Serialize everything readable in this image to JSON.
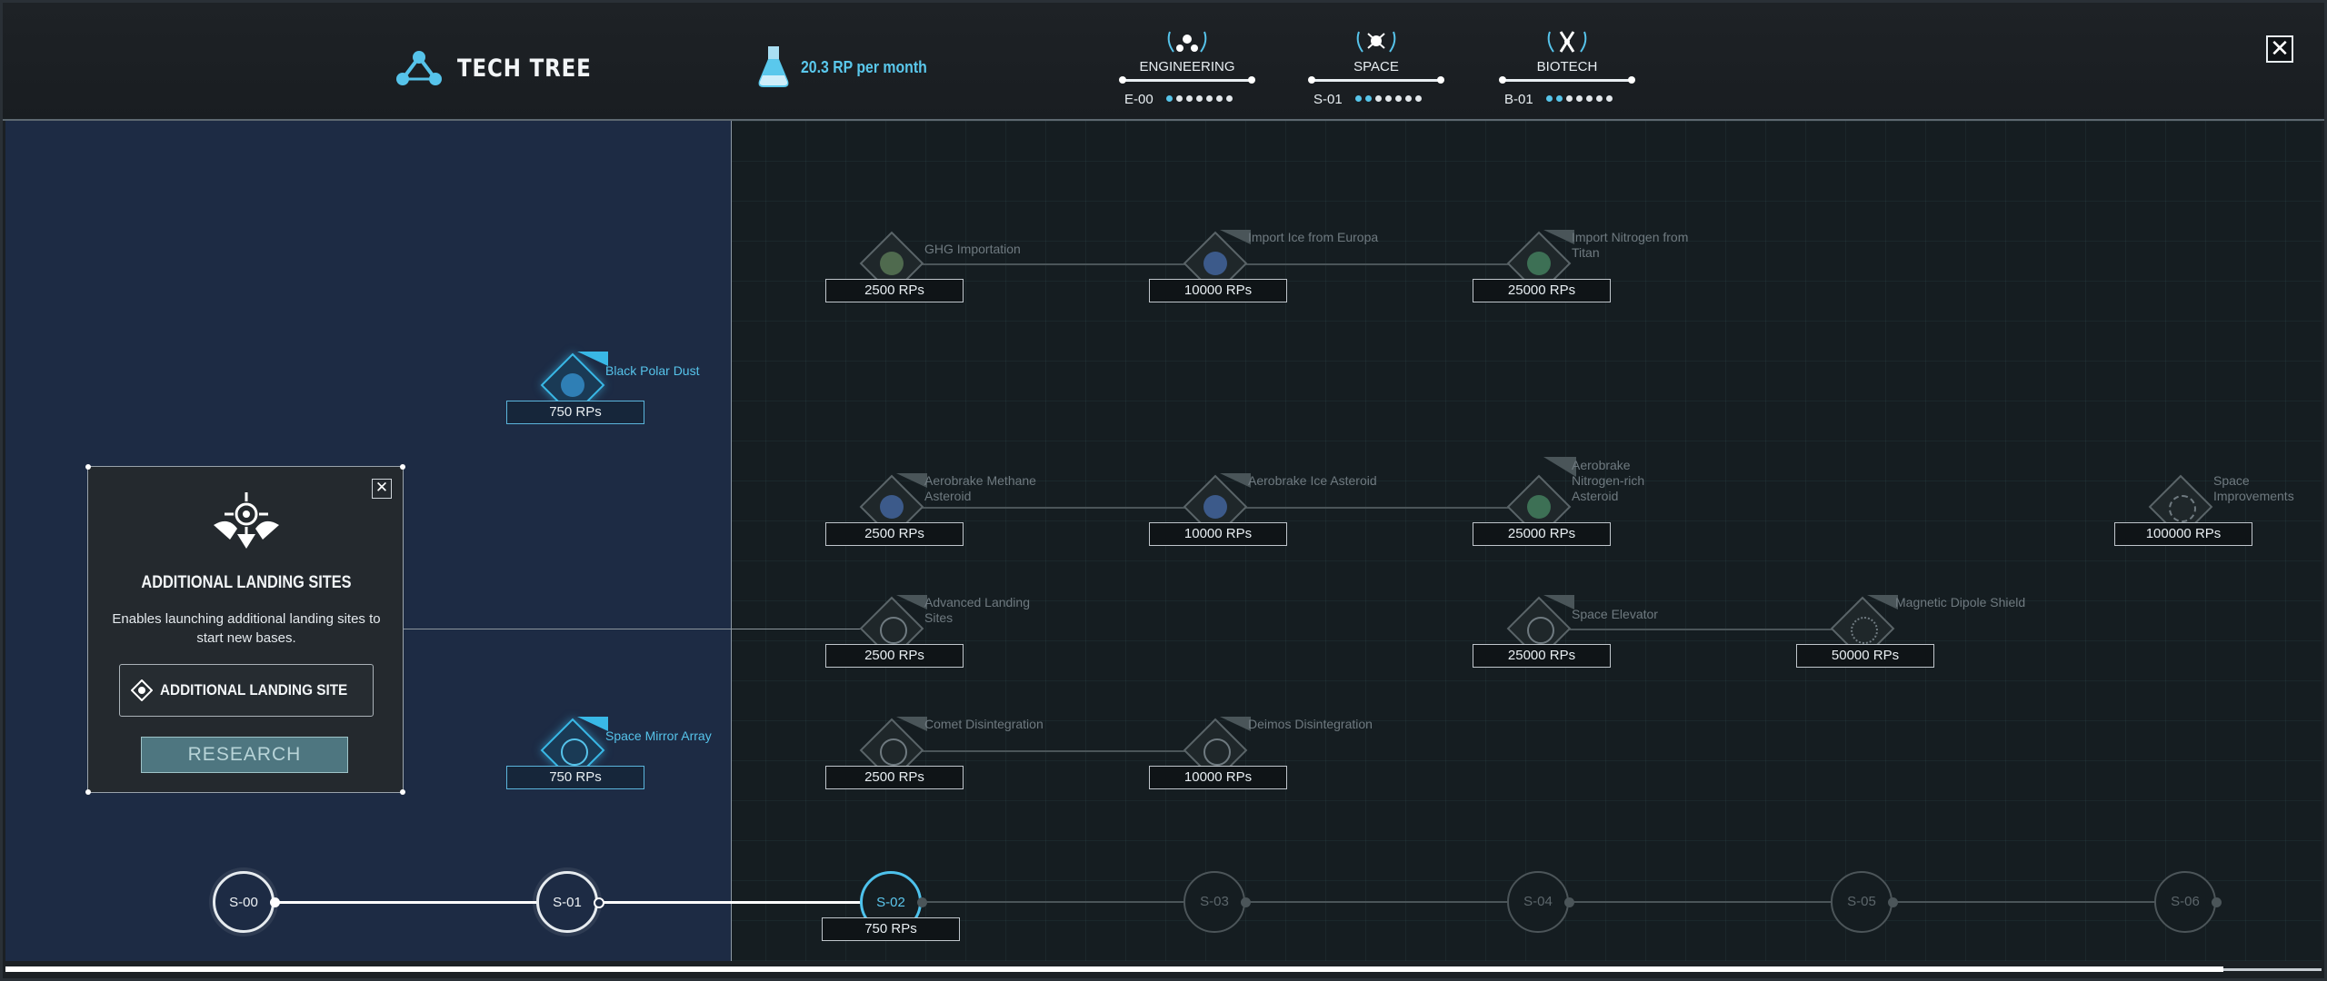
{
  "header": {
    "title": "TECH TREE",
    "rp_rate": "20.3 RP per month",
    "close_label": "✕",
    "categories": [
      {
        "name": "ENGINEERING",
        "level": "E-00",
        "dots": [
          true,
          false,
          false,
          false,
          false,
          false,
          false
        ]
      },
      {
        "name": "SPACE",
        "level": "S-01",
        "dots": [
          true,
          true,
          false,
          false,
          false,
          false,
          false
        ]
      },
      {
        "name": "BIOTECH",
        "level": "B-01",
        "dots": [
          true,
          true,
          false,
          false,
          false,
          false,
          false
        ]
      }
    ]
  },
  "nodes": [
    {
      "label": "GHG Importation",
      "cost": "2500 RPs"
    },
    {
      "label": "Import Ice from Europa",
      "cost": "10000 RPs"
    },
    {
      "label": "Import Nitrogen from Titan",
      "cost": "25000 RPs"
    },
    {
      "label": "Black Polar Dust",
      "cost": "750 RPs"
    },
    {
      "label": "Aerobrake Methane Asteroid",
      "cost": "2500 RPs"
    },
    {
      "label": "Aerobrake Ice Asteroid",
      "cost": "10000 RPs"
    },
    {
      "label": "Aerobrake Nitrogen-rich Asteroid",
      "cost": "25000 RPs"
    },
    {
      "label": "Space Improvements",
      "cost": "100000 RPs"
    },
    {
      "label": "Advanced Landing Sites",
      "cost": "2500 RPs"
    },
    {
      "label": "Space Elevator",
      "cost": "25000 RPs"
    },
    {
      "label": "Magnetic Dipole Shield",
      "cost": "50000 RPs"
    },
    {
      "label": "Space Mirror Array",
      "cost": "750 RPs"
    },
    {
      "label": "Comet Disintegration",
      "cost": "2500 RPs"
    },
    {
      "label": "Deimos Disintegration",
      "cost": "10000 RPs"
    }
  ],
  "tiers": [
    {
      "label": "S-00",
      "state": "done"
    },
    {
      "label": "S-01",
      "state": "done"
    },
    {
      "label": "S-02",
      "state": "current",
      "cost": "750 RPs"
    },
    {
      "label": "S-03",
      "state": "locked"
    },
    {
      "label": "S-04",
      "state": "locked"
    },
    {
      "label": "S-05",
      "state": "locked"
    },
    {
      "label": "S-06",
      "state": "locked"
    }
  ],
  "popup": {
    "title": "ADDITIONAL LANDING SITES",
    "description": "Enables launching additional landing sites to start new bases.",
    "unlock_label": "ADDITIONAL LANDING SITE",
    "research_label": "RESEARCH",
    "close_label": "✕"
  },
  "colors": {
    "accent": "#4ec2ec",
    "panel": "#1d2b44",
    "background": "#151d21"
  }
}
